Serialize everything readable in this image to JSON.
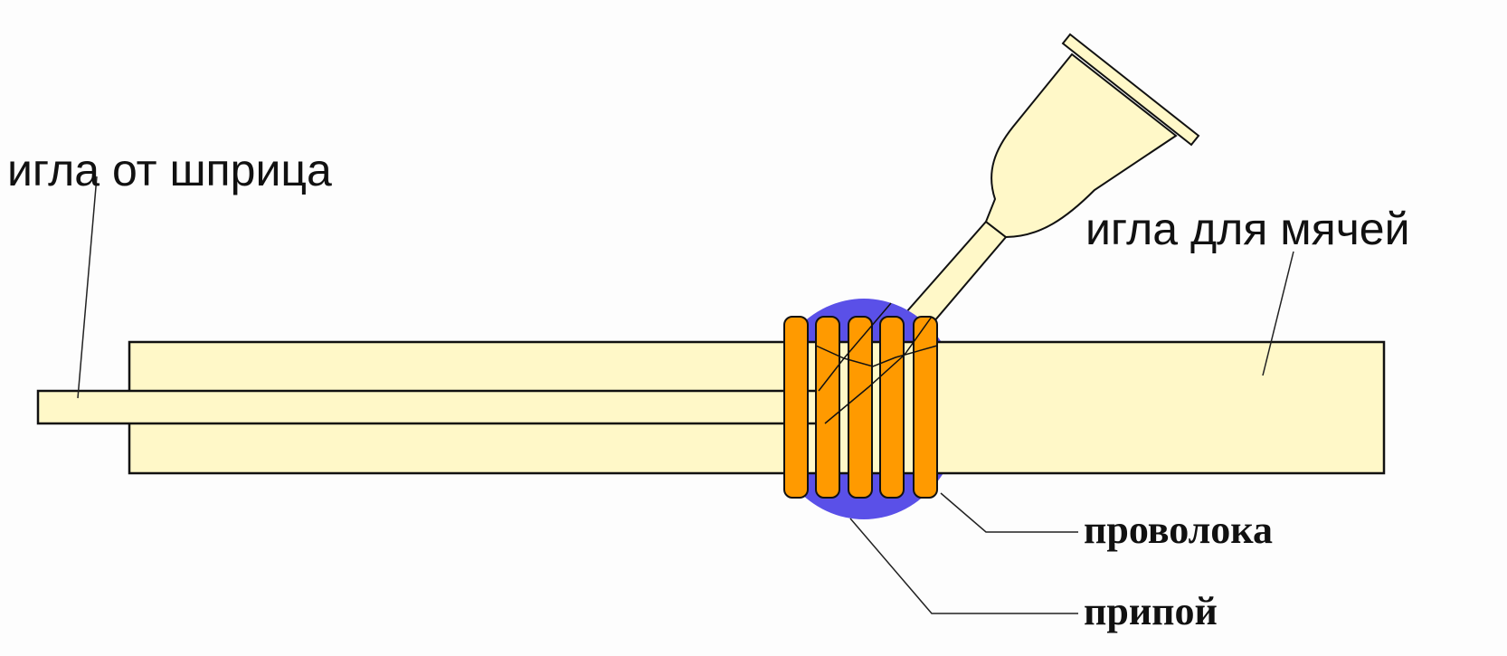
{
  "labels": {
    "syringe_needle": "игла от шприца",
    "ball_needle": "игла для мячей",
    "wire": "проволока",
    "solder": "припой"
  },
  "colors": {
    "tube_fill": "#fff8c8",
    "solder_blue": "#5a50e8",
    "wire_orange": "#ff9a00",
    "outline": "#111111"
  }
}
